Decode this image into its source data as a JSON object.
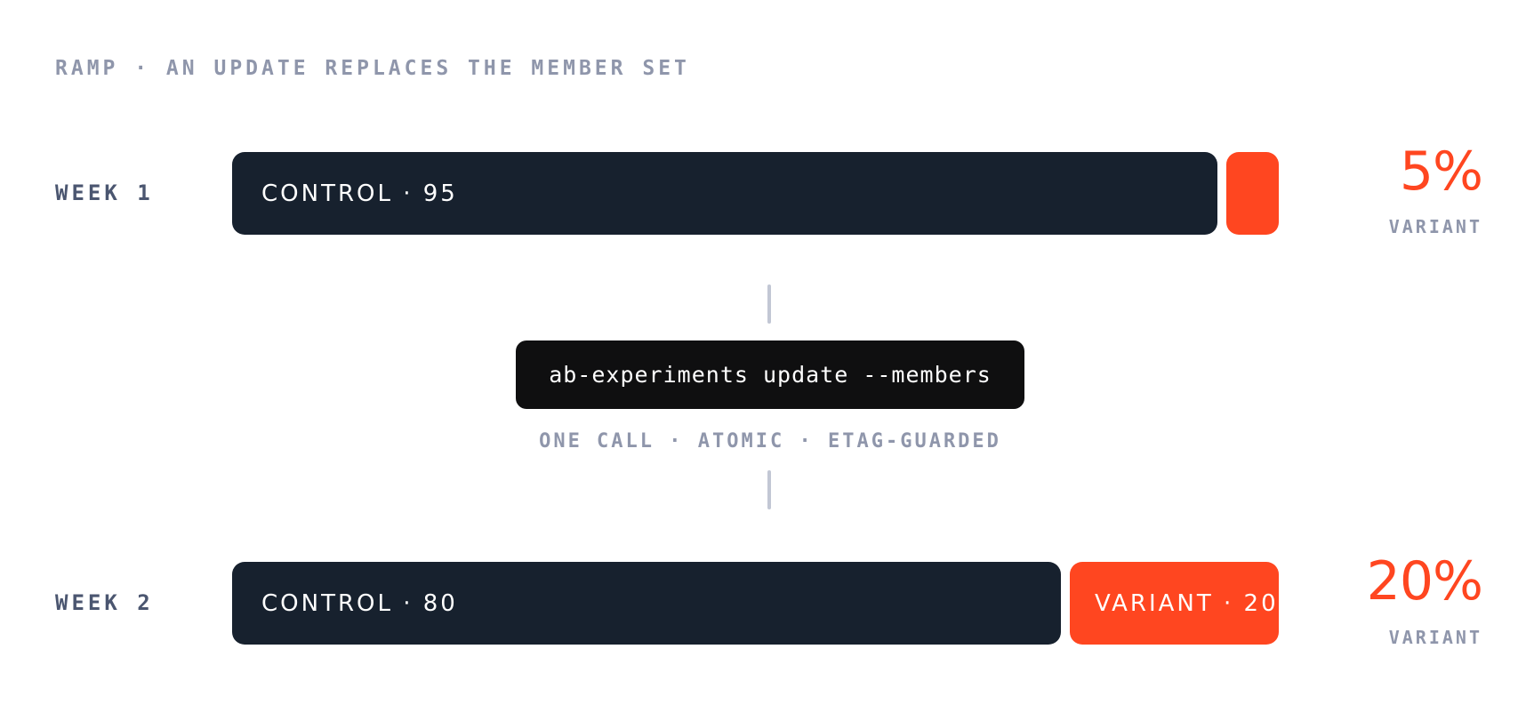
{
  "heading": "RAMP · AN UPDATE REPLACES THE MEMBER SET",
  "colors": {
    "control": "#17212e",
    "variant": "#ff4620",
    "command_bg": "#0f0f10",
    "muted_text": "#8f96ab",
    "week_label": "#4b5670",
    "connector": "#c2c7d4"
  },
  "weeks": [
    {
      "label": "WEEK 1",
      "control": {
        "label": "CONTROL · 95",
        "share": 95
      },
      "variant": {
        "label": "",
        "share": 5
      },
      "percent": "5%",
      "percent_label": "VARIANT"
    },
    {
      "label": "WEEK 2",
      "control": {
        "label": "CONTROL · 80",
        "share": 80
      },
      "variant": {
        "label": "VARIANT · 20",
        "share": 20
      },
      "percent": "20%",
      "percent_label": "VARIANT"
    }
  ],
  "command": {
    "text": "ab-experiments update --members",
    "caption": "ONE CALL · ATOMIC · ETAG-GUARDED"
  }
}
